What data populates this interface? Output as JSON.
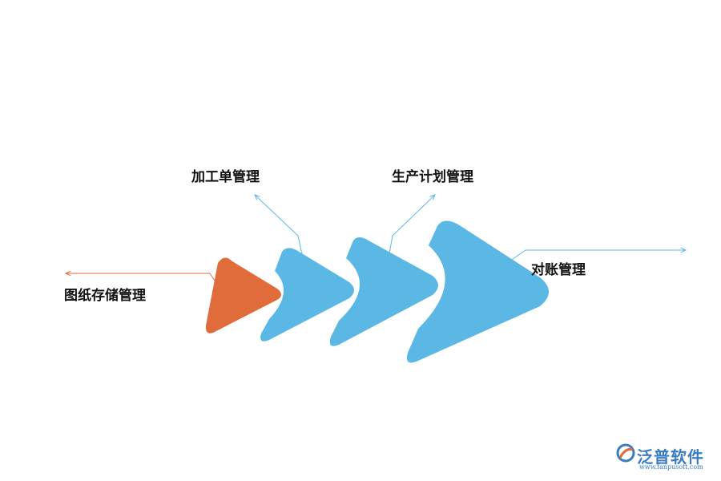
{
  "diagram": {
    "stages": [
      {
        "label": "图纸存储管理",
        "color": "#E06C3B"
      },
      {
        "label": "加工单管理",
        "color": "#5BB8E4"
      },
      {
        "label": "生产计划管理",
        "color": "#5BB8E4"
      },
      {
        "label": "对账管理",
        "color": "#5BB8E4"
      }
    ],
    "connector_colors": {
      "orange": "#E06C3B",
      "blue": "#5BB8E4"
    }
  },
  "logo": {
    "name": "泛普软件",
    "url": "www.fanpusoft.com",
    "color": "#3A7CC4",
    "accent_color": "#E06C3B"
  }
}
